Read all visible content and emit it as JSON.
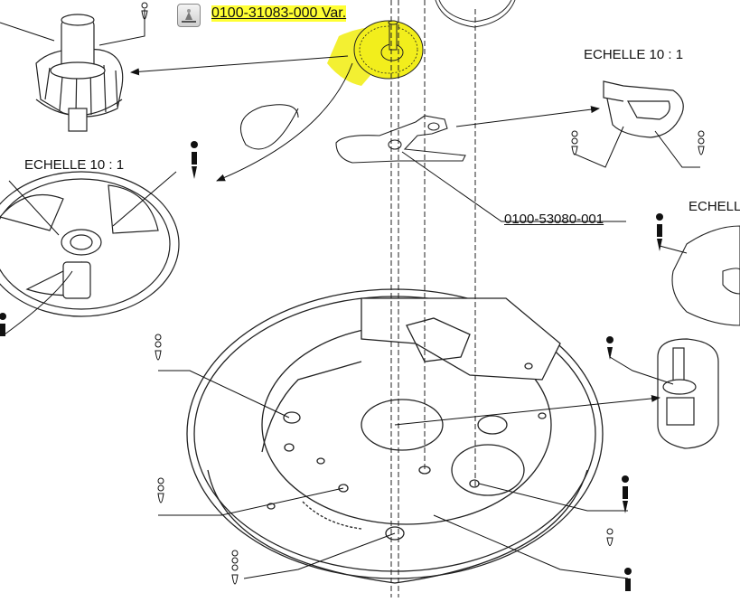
{
  "header": {
    "part_ref": "0100-31083-000 Var.",
    "part_icon": "part-selection-icon"
  },
  "labels": {
    "scale_top_right": "ECHELLE 10 : 1",
    "scale_left": "ECHELLE 10 : 1",
    "scale_right_cut": "ECHELL",
    "spring_ref": "0100-53080-001"
  },
  "colors": {
    "highlight": "#ffff33",
    "gear_highlight": "#f2ee1c",
    "line": "#222222"
  }
}
